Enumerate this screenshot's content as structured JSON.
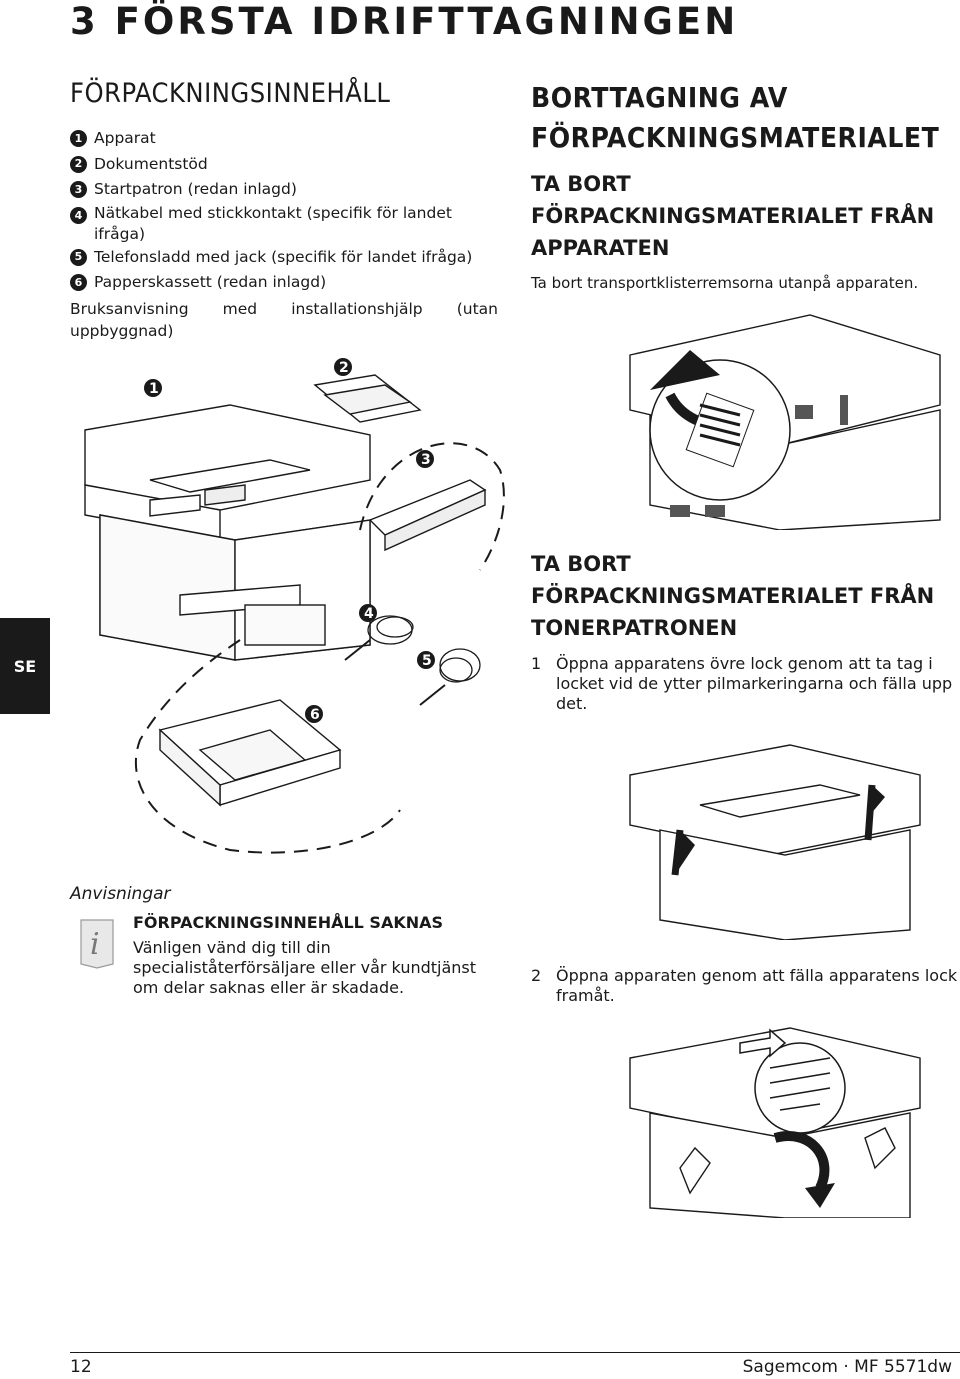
{
  "chapter": {
    "title": "3 FÖRSTA IDRIFTTAGNINGEN"
  },
  "contents": {
    "heading": "FÖRPACKNINGSINNEHÅLL",
    "items": [
      {
        "num": "1",
        "text": "Apparat"
      },
      {
        "num": "2",
        "text": "Dokumentstöd"
      },
      {
        "num": "3",
        "text": "Startpatron (redan inlagd)"
      },
      {
        "num": "4",
        "text": "Nätkabel med stickkontakt (specifik för landet ifråga)"
      },
      {
        "num": "5",
        "text": "Telefonsladd med jack (specifik för landet ifråga)"
      },
      {
        "num": "6",
        "text": "Papperskassett (redan inlagd)"
      }
    ],
    "manual_line": "Bruksanvisning med installationshjälp (utan uppbyggnad)"
  },
  "illustration_labels": [
    "1",
    "2",
    "3",
    "4",
    "5",
    "6"
  ],
  "removal": {
    "heading_line1": "BORTTAGNING AV",
    "heading_line2": "FÖRPACKNINGSMATERIALET",
    "device": {
      "heading_line1": "TA BORT",
      "heading_line2": "FÖRPACKNINGSMATERIALET FRÅN",
      "heading_line3": "APPARATEN",
      "text": "Ta bort transportklisterremsorna utanpå apparaten."
    },
    "toner": {
      "heading_line1": "TA BORT",
      "heading_line2": "FÖRPACKNINGSMATERIALET FRÅN",
      "heading_line3": "TONERPATRONEN",
      "steps": [
        {
          "num": "1",
          "text": "Öppna apparatens övre lock genom att ta tag i locket vid de ytter pilmarkeringarna och fälla upp det."
        },
        {
          "num": "2",
          "text": "Öppna apparaten genom att fälla apparatens lock framåt."
        }
      ]
    }
  },
  "side_tab": "SE",
  "notes": {
    "label": "Anvisningar",
    "title": "FÖRPACKNINGSINNEHÅLL SAKNAS",
    "text": "Vänligen vänd dig till din specialiståterförsäljare eller vår kundtjänst om delar saknas eller är skadade."
  },
  "footer": {
    "page": "12",
    "brand": "Sagemcom · MF 5571dw"
  }
}
